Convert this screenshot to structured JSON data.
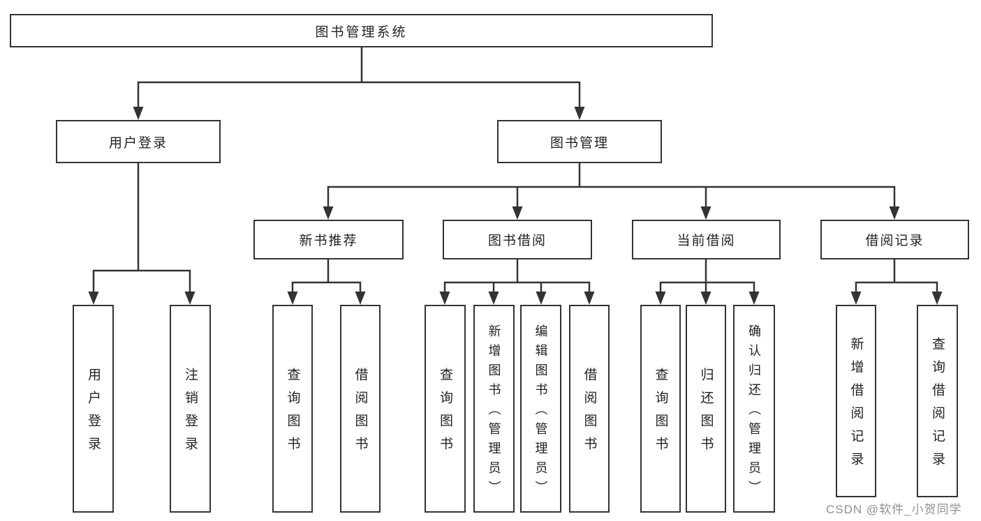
{
  "tree": {
    "label": "图书管理系统",
    "children": [
      {
        "label": "用户登录",
        "children": [
          {
            "label": "用户登录"
          },
          {
            "label": "注销登录"
          }
        ]
      },
      {
        "label": "图书管理",
        "children": [
          {
            "label": "新书推荐",
            "children": [
              {
                "label": "查询图书"
              },
              {
                "label": "借阅图书"
              }
            ]
          },
          {
            "label": "图书借阅",
            "children": [
              {
                "label": "查询图书"
              },
              {
                "label": "新增图书（管理员）"
              },
              {
                "label": "编辑图书（管理员）"
              },
              {
                "label": "借阅图书"
              }
            ]
          },
          {
            "label": "当前借阅",
            "children": [
              {
                "label": "查询图书"
              },
              {
                "label": "归还图书"
              },
              {
                "label": "确认归还（管理员）"
              }
            ]
          },
          {
            "label": "借阅记录",
            "children": [
              {
                "label": "新增借阅记录"
              },
              {
                "label": "查询借阅记录"
              }
            ]
          }
        ]
      }
    ]
  },
  "watermark": {
    "text": "CSDN @软件_小贺同学"
  },
  "colors": {
    "line": "#333333",
    "box_border": "#333333",
    "box_fill": "#ffffff",
    "text": "#222222",
    "watermark": "#8f8f97"
  }
}
